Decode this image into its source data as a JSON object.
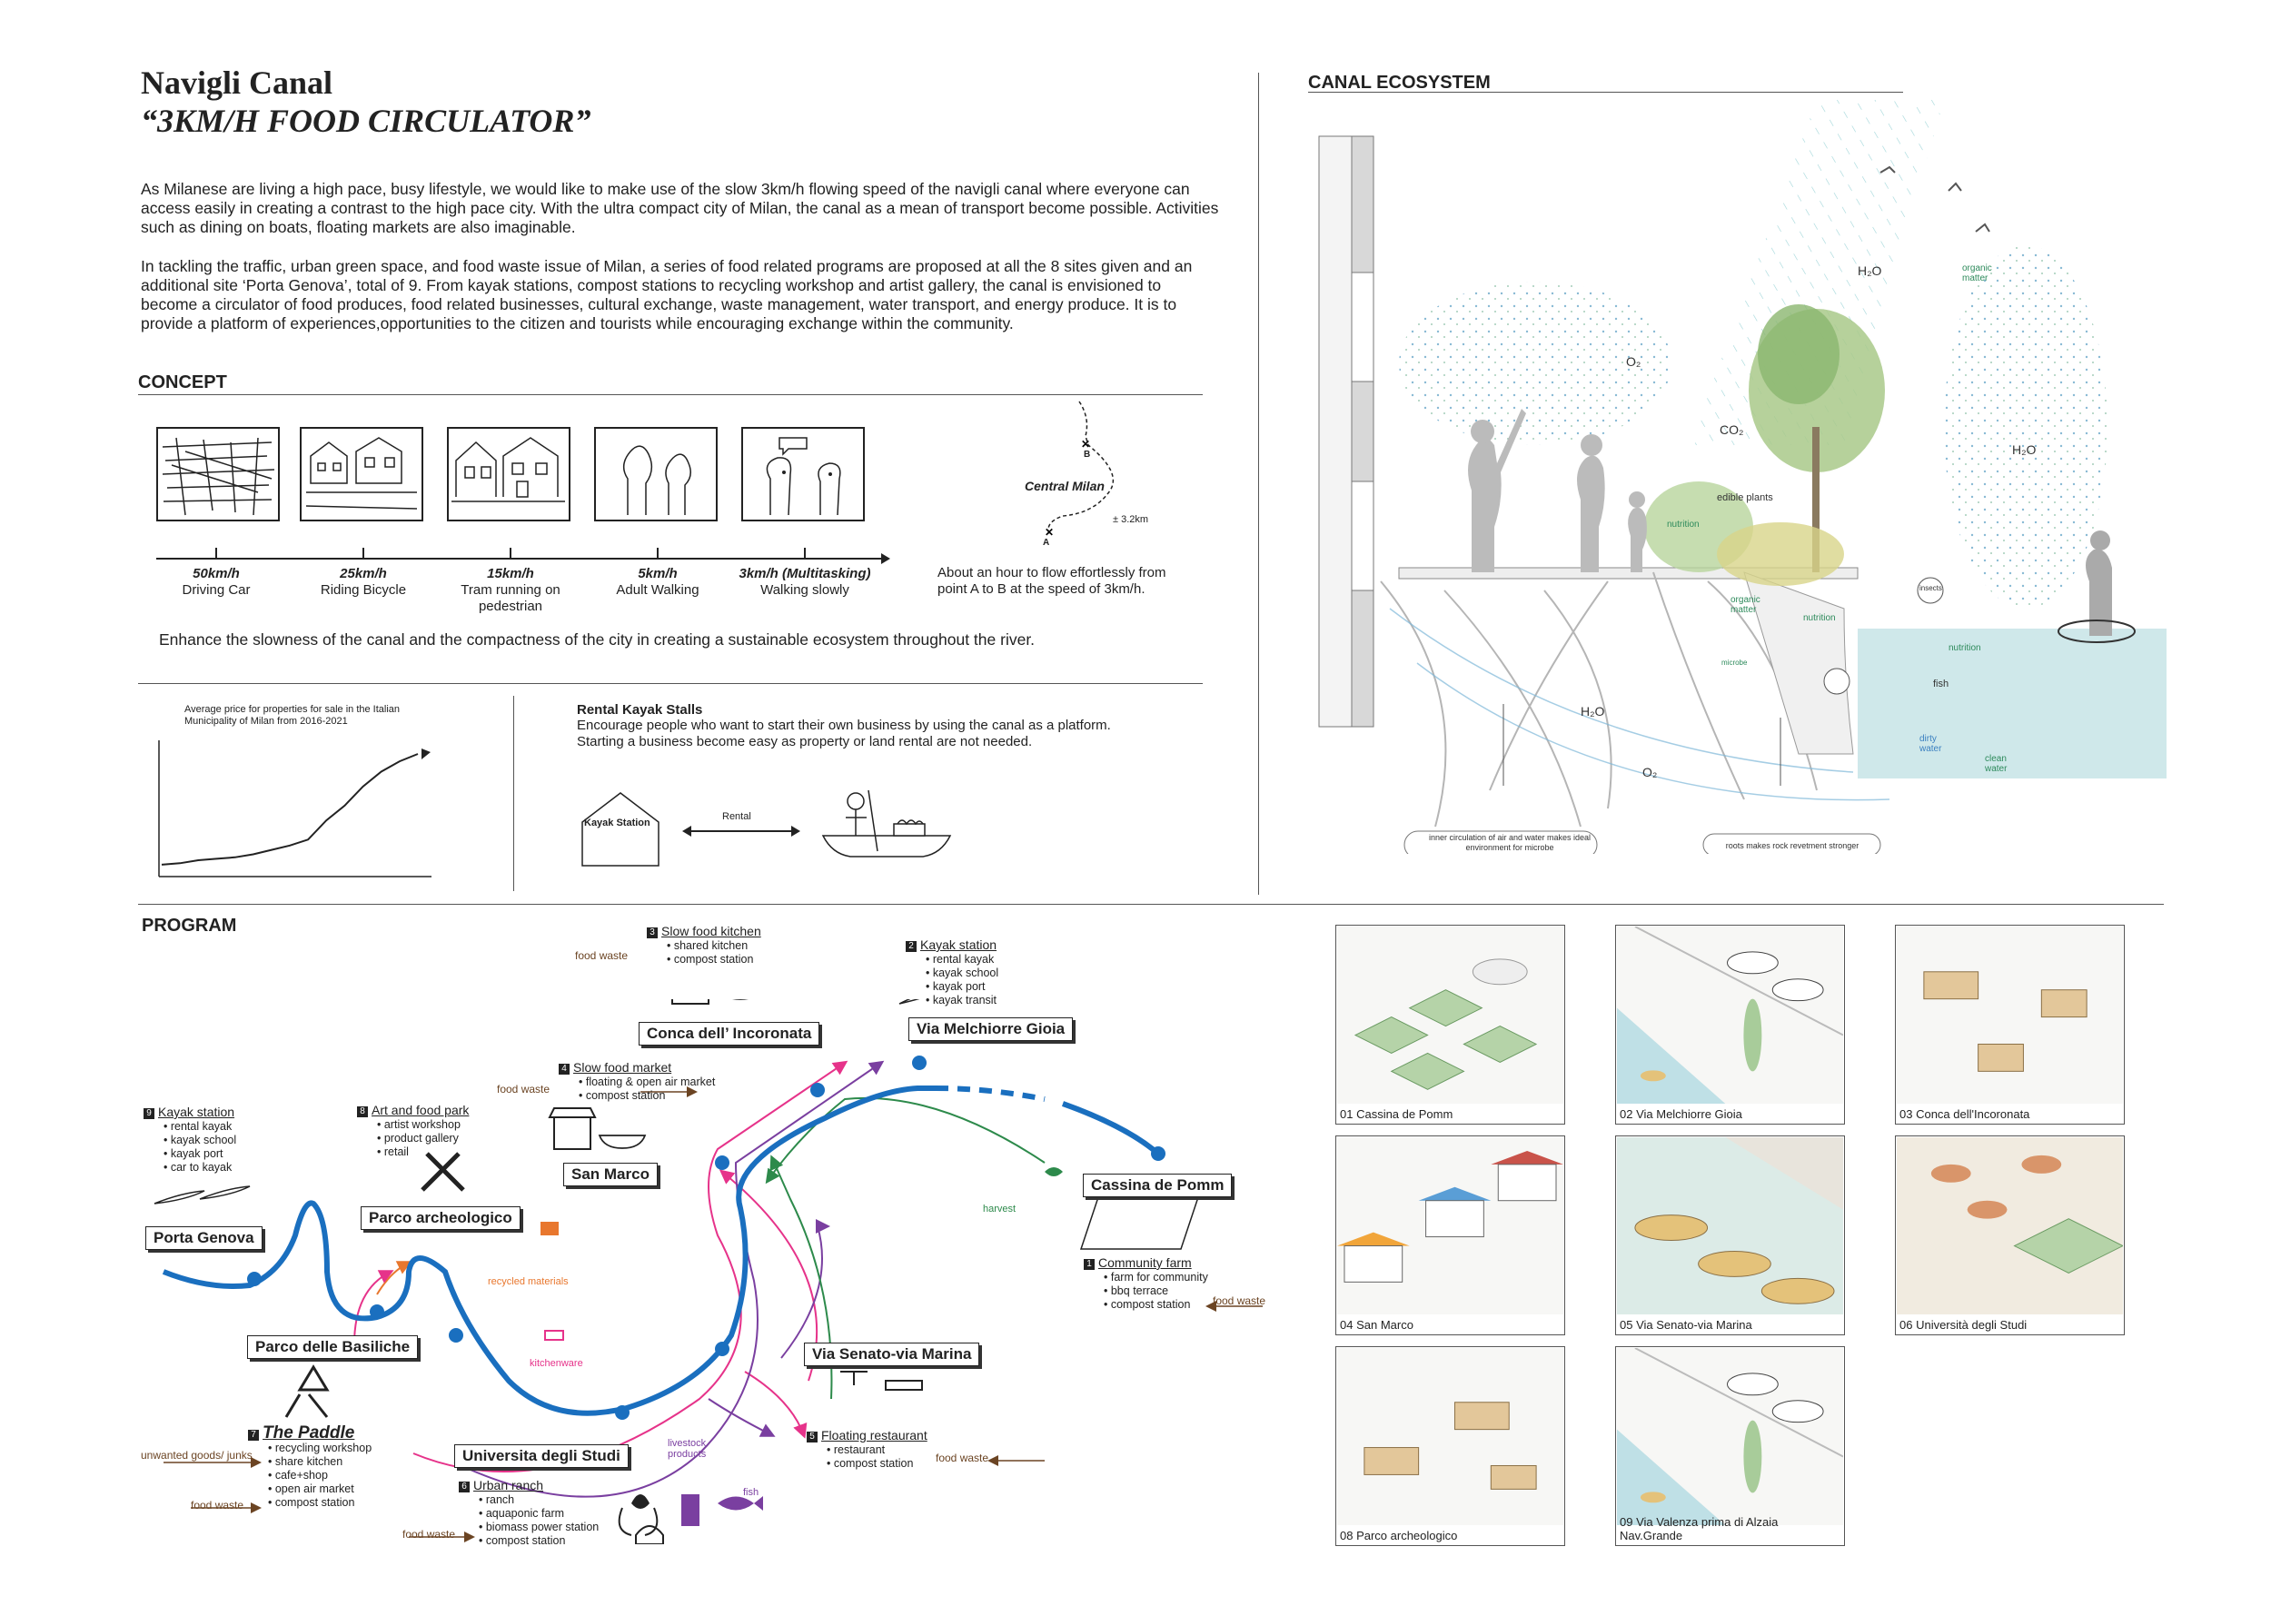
{
  "header": {
    "title": "Navigli Canal",
    "subtitle": "“3KM/H FOOD CIRCULATOR”",
    "intro": "As Milanese are living a high pace, busy lifestyle, we would like to make use of the slow 3km/h flowing speed of the navigli canal where everyone can access easily in creating a contrast to the high pace city. With the ultra compact city of Milan, the canal as a mean of transport become possible. Activities such as dining on boats, floating markets are also imaginable.",
    "intro2": "In tackling the traffic, urban green space, and food waste issue of Milan, a series of food related programs are proposed at all the 8 sites given and an additional site ‘Porta Genova’, total of 9. From kayak stations, compost stations to recycling workshop and artist gallery, the canal is envisioned to become a circulator of food produces, food related businesses, cultural exchange, waste management, water transport, and energy produce. It is to provide a platform of experiences,opportunities to the citizen and tourists while encouraging exchange within the community."
  },
  "concept": {
    "heading": "CONCEPT",
    "speeds": [
      {
        "speed": "50km/h",
        "label": "Driving Car"
      },
      {
        "speed": "25km/h",
        "label": "Riding Bicycle"
      },
      {
        "speed": "15km/h",
        "label": "Tram running on pedestrian"
      },
      {
        "speed": "5km/h",
        "label": "Adult Walking"
      },
      {
        "speed": "3km/h (Multitasking)",
        "label": "Walking slowly"
      }
    ],
    "map_label": "Central Milan",
    "map_distance": "± 3.2km",
    "map_a": "A",
    "map_b": "B",
    "map_note": "About an hour to flow effortlessly from point A to B at the speed of 3km/h.",
    "summary": "Enhance the slowness of the canal and the compactness of the city in creating a sustainable ecosystem throughout the river.",
    "price_note": "Average price for properties for sale in the Italian Municipality of Milan from 2016-2021",
    "kayak_title": "Rental Kayak Stalls",
    "kayak_desc": "Encourage people who want to start their own business by using the canal as a platform. Starting a business become easy as property or land rental are not needed.",
    "kayak_station": "Kayak Station",
    "rental": "Rental"
  },
  "chart_data": {
    "type": "line",
    "title": "Average price for properties for sale in the Italian Municipality of Milan from 2016-2021",
    "xlabel": "",
    "ylabel": "",
    "x": [
      0,
      1,
      2,
      3,
      4,
      5,
      6,
      7,
      8,
      9,
      10,
      11,
      12,
      13,
      14
    ],
    "values": [
      5,
      6,
      8,
      9,
      10,
      12,
      15,
      18,
      22,
      35,
      45,
      58,
      68,
      75,
      80
    ],
    "grid": false
  },
  "ecosystem": {
    "heading": "CANAL ECOSYSTEM",
    "labels": [
      "H₂O",
      "O₂",
      "CO₂",
      "H₂O",
      "H₂O",
      "O₂",
      "edible plants",
      "fish"
    ],
    "green_labels": [
      "organic matter",
      "nutrition",
      "organic matter",
      "nutrition",
      "microbe",
      "insects",
      "nutrition",
      "dirty water",
      "clean water"
    ],
    "note1": "inner circulation of air and water makes ideal environment for microbe",
    "note2": "roots  makes rock revetment stronger"
  },
  "program": {
    "heading": "PROGRAM",
    "stations": [
      "Porta Genova",
      "Parco archeologico",
      "Parco delle Basiliche",
      "Universita degli Studi",
      "San Marco",
      "Conca dell’ Incoronata",
      "Via Melchiorre Gioia",
      "Cassina de Pomm",
      "Via Senato-via Marina"
    ],
    "items": [
      {
        "num": "1",
        "title": "Community farm",
        "bullets": [
          "farm for community",
          "bbq terrace",
          "compost station"
        ]
      },
      {
        "num": "2",
        "title": "Kayak station",
        "bullets": [
          "rental kayak",
          "kayak school",
          "kayak port",
          "kayak transit"
        ]
      },
      {
        "num": "3",
        "title": "Slow food kitchen",
        "bullets": [
          "shared kitchen",
          "compost station"
        ]
      },
      {
        "num": "4",
        "title": "Slow food market",
        "bullets": [
          "floating & open air market",
          "compost station"
        ]
      },
      {
        "num": "5",
        "title": "Floating restaurant",
        "bullets": [
          "restaurant",
          "compost station"
        ]
      },
      {
        "num": "6",
        "title": "Urban ranch",
        "bullets": [
          "ranch",
          "aquaponic farm",
          "biomass power station",
          "compost station"
        ]
      },
      {
        "num": "7",
        "title": "The Paddle",
        "bullets": [
          "recycling workshop",
          "share kitchen",
          "cafe+shop",
          "open air market",
          "compost station"
        ]
      },
      {
        "num": "8",
        "title": "Art and food park",
        "bullets": [
          "artist workshop",
          "product gallery",
          "retail"
        ]
      },
      {
        "num": "9",
        "title": "Kayak station",
        "bullets": [
          "rental kayak",
          "kayak school",
          "kayak port",
          "car to kayak"
        ]
      }
    ],
    "flows": {
      "food_waste": "food waste",
      "unwanted": "unwanted goods/ junks",
      "recycled": "recycled materials",
      "kitchenware": "kitchenware",
      "harvest": "harvest",
      "livestock": "livestock products",
      "fish": "fish"
    }
  },
  "panels": [
    "01 Cassina de Pomm",
    "02 Via Melchiorre Gioia",
    "03 Conca dell'Incoronata",
    "04 San Marco",
    "05 Via Senato-via Marina",
    "06 Università degli Studi",
    "08 Parco archeologico",
    "09 Via Valenza prima di Alzaia Nav.Grande"
  ],
  "colors": {
    "canal": "#1a6fbf",
    "pink": "#e6338a",
    "purple": "#7a3fa0",
    "green": "#2d8a4b",
    "orange": "#e8772e",
    "brown": "#6b4423"
  }
}
